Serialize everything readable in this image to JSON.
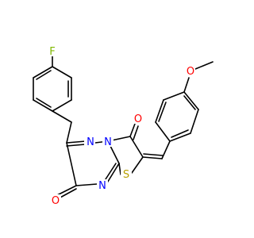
{
  "molecule": {
    "colors": {
      "bond": "#000000",
      "carbon": "#000000",
      "oxygen": "#ff0000",
      "nitrogen": "#0000ff",
      "sulfur": "#b8a000",
      "fluorine": "#7fb800"
    },
    "atoms": {
      "F": "F",
      "O_methoxy": "O",
      "O_ketone": "O",
      "O_carbonyl": "O",
      "N_triazine_1": "N",
      "N_triazine_2": "N",
      "N_triazine_3": "N",
      "S_thiazole": "S"
    }
  }
}
